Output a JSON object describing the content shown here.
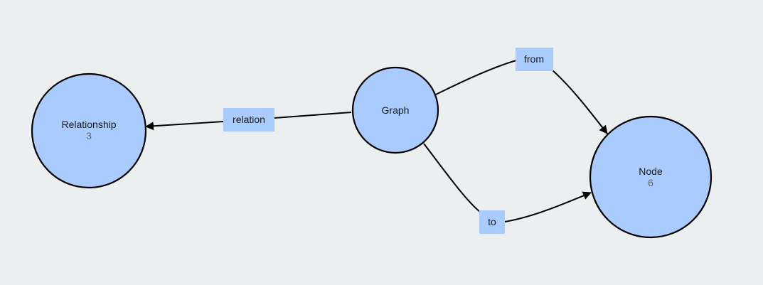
{
  "diagram": {
    "background": "#ebeff0",
    "node_fill": "#a9cbfd",
    "label_fill": "#a9cbfd",
    "stroke": "#000000",
    "nodes": [
      {
        "id": "relationship",
        "title": "Relationship",
        "count": "3"
      },
      {
        "id": "graph",
        "title": "Graph",
        "count": ""
      },
      {
        "id": "node",
        "title": "Node",
        "count": "6"
      }
    ],
    "edges": [
      {
        "id": "relation",
        "label": "relation",
        "from": "graph",
        "to": "relationship"
      },
      {
        "id": "from",
        "label": "from",
        "from": "graph",
        "to": "node"
      },
      {
        "id": "to",
        "label": "to",
        "from": "graph",
        "to": "node"
      }
    ]
  }
}
